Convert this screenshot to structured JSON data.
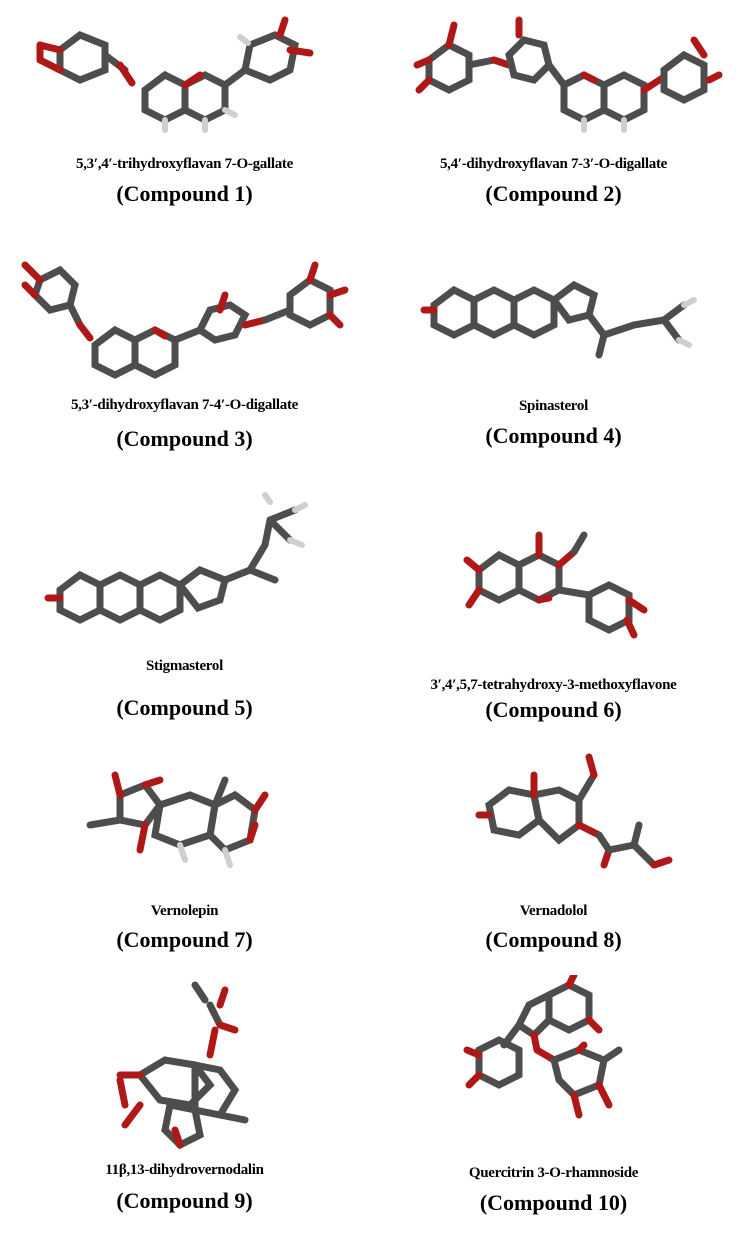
{
  "figure": {
    "compounds": [
      {
        "id": 1,
        "name": "5,3′,4′-trihydroxyflavan 7-O-gallate",
        "label": "(Compound 1)"
      },
      {
        "id": 2,
        "name": "5,4′-dihydroxyflavan 7-3′-O-digallate",
        "label": "(Compound 2)"
      },
      {
        "id": 3,
        "name": "5,3′-dihydroxyflavan 7-4′-O-digallate",
        "label": "(Compound 3)"
      },
      {
        "id": 4,
        "name": "Spinasterol",
        "label": "(Compound 4)"
      },
      {
        "id": 5,
        "name": "Stigmasterol",
        "label": "(Compound 5)"
      },
      {
        "id": 6,
        "name": "3′,4′,5,7-tetrahydroxy-3-methoxyflavone",
        "label": "(Compound 6)"
      },
      {
        "id": 7,
        "name": "Vernolepin",
        "label": "(Compound 7)"
      },
      {
        "id": 8,
        "name": "Vernadolol",
        "label": "(Compound 8)"
      },
      {
        "id": 9,
        "name": "11β,13-dihydrovernodalin",
        "label": "(Compound 9)"
      },
      {
        "id": 10,
        "name": "Quercitrin 3-O-rhamnoside",
        "label": "(Compound 10)"
      }
    ],
    "colors": {
      "carbon": "#4d4d4d",
      "oxygen": "#b01818",
      "hydrogen": "#cfcfcf"
    }
  }
}
